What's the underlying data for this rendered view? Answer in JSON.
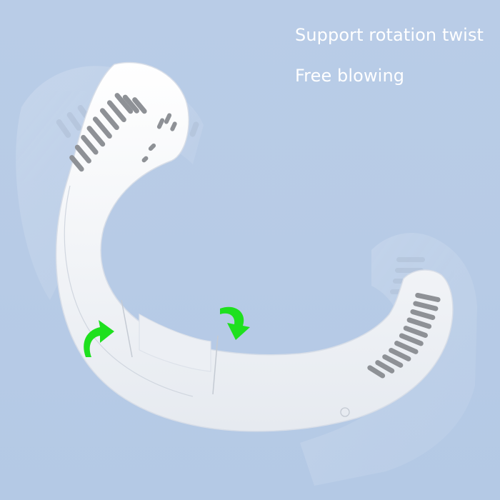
{
  "captions": {
    "line1": "Support rotation twist",
    "line2": "Free blowing"
  },
  "product": {
    "name": "neck-fan",
    "color": "#f7f8fa",
    "vent_color": "#8e9196",
    "accent_arrow_color": "#1ee01e"
  },
  "background_color": "#b7cbe6"
}
